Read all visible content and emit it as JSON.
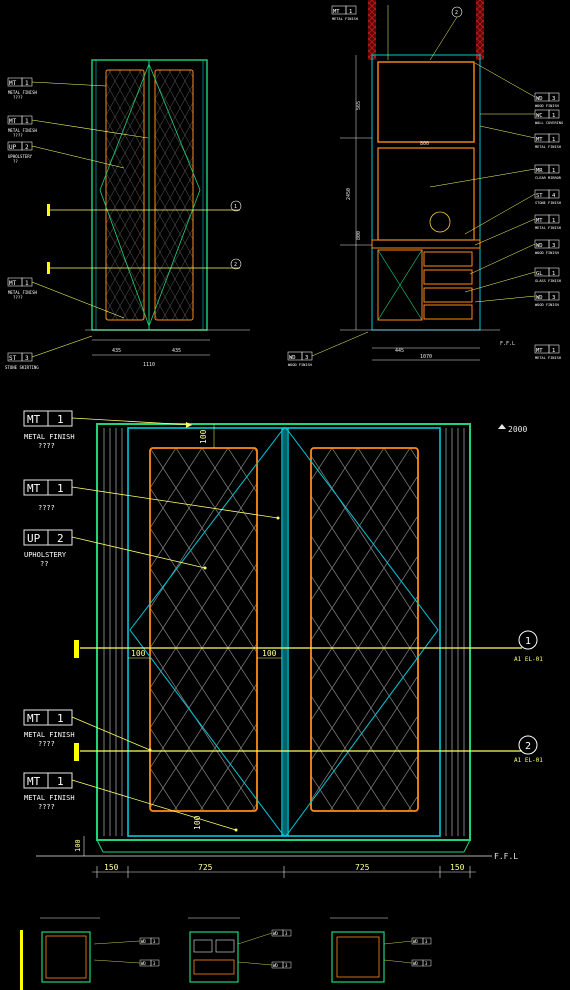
{
  "colors": {
    "background": "#000000",
    "cabinet": "#1fd37a",
    "panel_outline": "#ff8a1a",
    "rails": "#00c8d8",
    "leader": "#ffff33",
    "tag_box": "#e8e8e8",
    "tag_text": "#ffffff",
    "dimension": "#e8e8e8",
    "callout_line": "#ffff66",
    "hatch": "#b8d8ff",
    "accent": "#c8c8c8",
    "section_marker": "#ffff00",
    "brick": "#a01010"
  },
  "main": {
    "level_mark": "2000",
    "floor_mark": "F.F.L",
    "dims_bottom": [
      "150",
      "725",
      "725",
      "150"
    ],
    "dim_100_labels": [
      "100",
      "100",
      "100",
      "100"
    ],
    "tags": [
      {
        "code": "MT",
        "num": "1",
        "note": "METAL FINISH",
        "sub": "????"
      },
      {
        "code": "MT",
        "num": "1",
        "note": "",
        "sub": "????"
      },
      {
        "code": "UP",
        "num": "2",
        "note": "UPHOLSTERY",
        "sub": "??"
      },
      {
        "code": "MT",
        "num": "1",
        "note": "METAL FINISH",
        "sub": "????"
      },
      {
        "code": "MT",
        "num": "1",
        "note": "METAL FINISH",
        "sub": "????"
      }
    ],
    "section_markers": [
      {
        "num": "1",
        "label": "A1 EL-01"
      },
      {
        "num": "2",
        "label": "A1 EL-01"
      }
    ]
  },
  "top_left": {
    "tags": [
      {
        "code": "MT",
        "num": "1",
        "note": "METAL FINISH",
        "sub": "????"
      },
      {
        "code": "MT",
        "num": "1",
        "note": "METAL FINISH",
        "sub": "????"
      },
      {
        "code": "UP",
        "num": "2",
        "note": "UPHOLSTERY",
        "sub": "??"
      },
      {
        "code": "MT",
        "num": "1",
        "note": "METAL FINISH",
        "sub": "????"
      },
      {
        "code": "ST",
        "num": "3",
        "note": "STONE SKIRTING",
        "sub": ""
      }
    ],
    "section_markers": [
      "1",
      "2"
    ],
    "dims": [
      "435",
      "435",
      "1110"
    ]
  },
  "top_right": {
    "tags_right": [
      {
        "code": "WD",
        "num": "3",
        "note": "WOOD FINISH"
      },
      {
        "code": "WC",
        "num": "1",
        "note": "WALL COVERING"
      },
      {
        "code": "MT",
        "num": "1",
        "note": "METAL FINISH"
      },
      {
        "code": "MR",
        "num": "1",
        "note": "CLEAR MIRROR"
      },
      {
        "code": "ST",
        "num": "4",
        "note": "STONE FINISH"
      },
      {
        "code": "MT",
        "num": "1",
        "note": "METAL FINISH"
      },
      {
        "code": "WD",
        "num": "3",
        "note": "WOOD FINISH"
      },
      {
        "code": "GL",
        "num": "1",
        "note": "GLASS FINISH"
      },
      {
        "code": "WD",
        "num": "3",
        "note": "WOOD FINISH"
      },
      {
        "code": "MT",
        "num": "1",
        "note": "METAL FINISH"
      }
    ],
    "tags_left": [
      {
        "code": "MT",
        "num": "1",
        "note": "METAL FINISH"
      },
      {
        "code": "WD",
        "num": "3",
        "note": "WOOD FINISH"
      }
    ],
    "section_marker": "2",
    "dims": [
      "565",
      "800",
      "445",
      "2450",
      "800",
      "1070"
    ],
    "floor_mark": "F.F.L"
  },
  "bottom": {
    "tags": [
      {
        "code": "WD",
        "num": "3"
      },
      {
        "code": "WD",
        "num": "3"
      },
      {
        "code": "WD",
        "num": "3"
      },
      {
        "code": "WD",
        "num": "3"
      },
      {
        "code": "WD",
        "num": "3"
      },
      {
        "code": "WD",
        "num": "3"
      }
    ]
  }
}
